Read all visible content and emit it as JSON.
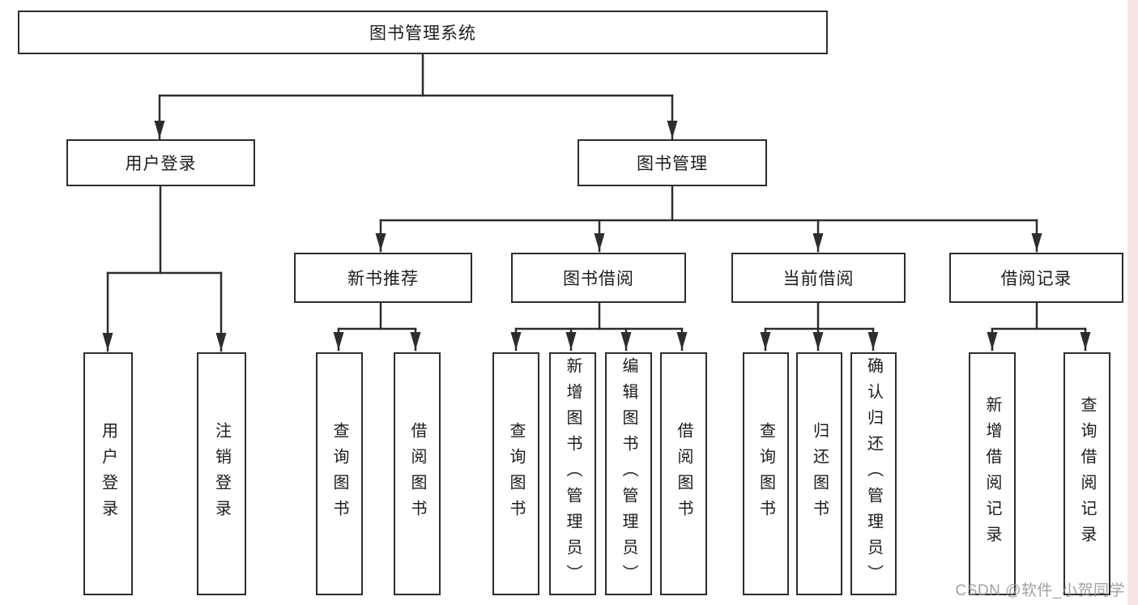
{
  "diagram": {
    "title": "图书管理系统",
    "nodes": {
      "root": "图书管理系统",
      "user_login_branch": "用户登录",
      "book_mgmt_branch": "图书管理",
      "new_book_rec": "新书推荐",
      "book_borrow": "图书借阅",
      "current_borrow": "当前借阅",
      "borrow_records": "借阅记录",
      "leaf_user_login": "用户登录",
      "leaf_logout": "注销登录",
      "leaf_nbr_query_book": "查询图书",
      "leaf_nbr_borrow_book": "借阅图书",
      "leaf_bb_query_book": "查询图书",
      "leaf_bb_add_book": "新增图书（管理员）",
      "leaf_bb_edit_book": "编辑图书（管理员）",
      "leaf_bb_borrow_book": "借阅图书",
      "leaf_cb_query_book": "查询图书",
      "leaf_cb_return_book": "归还图书",
      "leaf_cb_confirm_return": "确认归还（管理员）",
      "leaf_br_add_record": "新增借阅记录",
      "leaf_br_query_record": "查询借阅记录"
    },
    "hierarchy": {
      "图书管理系统": {
        "用户登录": [
          "用户登录",
          "注销登录"
        ],
        "图书管理": {
          "新书推荐": [
            "查询图书",
            "借阅图书"
          ],
          "图书借阅": [
            "查询图书",
            "新增图书（管理员）",
            "编辑图书（管理员）",
            "借阅图书"
          ],
          "当前借阅": [
            "查询图书",
            "归还图书",
            "确认归还（管理员）"
          ],
          "借阅记录": [
            "新增借阅记录",
            "查询借阅记录"
          ]
        }
      }
    },
    "colors": {
      "line": "#2d2d2d",
      "box_border": "#2d2d2d",
      "box_fill": "#ffffff",
      "text": "#1c1c1c",
      "watermark": "#919191",
      "right_strip": "#f8e6e6",
      "background": "#ffffff"
    }
  },
  "watermark": "CSDN @软件_小贺同学"
}
